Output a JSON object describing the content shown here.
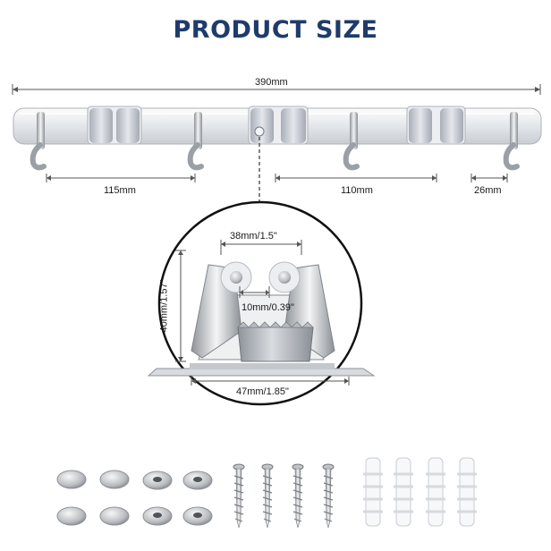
{
  "title": "PRODUCT SIZE",
  "dimensions": {
    "total_length": "390mm",
    "hook_gap_left": "115mm",
    "hook_gap_right": "110mm",
    "end_gap": "26mm",
    "clip_width": "38mm/1.5\"",
    "clip_gap": "10mm/0.39\"",
    "clip_height": "40mm/1.57\"",
    "base_width": "47mm/1.85\""
  },
  "colors": {
    "title": "#1f3b6b",
    "rail": "#e9ecef",
    "clip": "#c8cdd6",
    "metal": "#b8bcc2"
  },
  "accessories": {
    "caps": 4,
    "washers": 4,
    "screws": 4,
    "anchors": 4
  }
}
